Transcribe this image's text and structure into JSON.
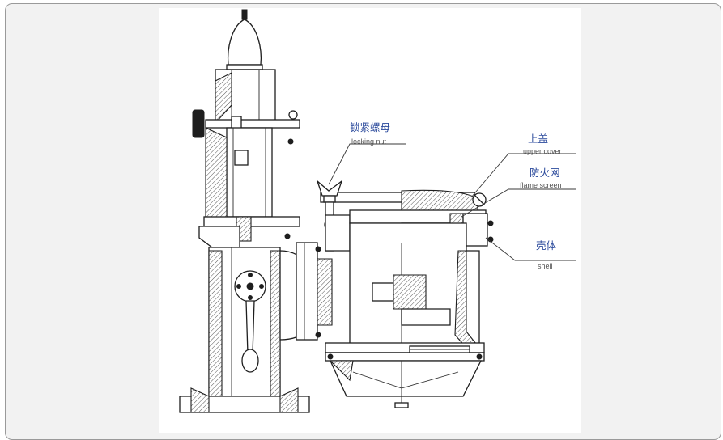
{
  "labels": {
    "locking_nut": {
      "cn": "锁紧螺母",
      "en": "locking nut"
    },
    "upper_cover": {
      "cn": "上盖",
      "en": "upper cover"
    },
    "flame_screen": {
      "cn": "防火网",
      "en": "flame screen"
    },
    "shell": {
      "cn": "壳体",
      "en": "shell"
    }
  },
  "colors": {
    "label_cn": "#2b4a9c",
    "label_en": "#555555",
    "line": "#1e1e1e",
    "frame_bg": "#f2f2f2"
  }
}
